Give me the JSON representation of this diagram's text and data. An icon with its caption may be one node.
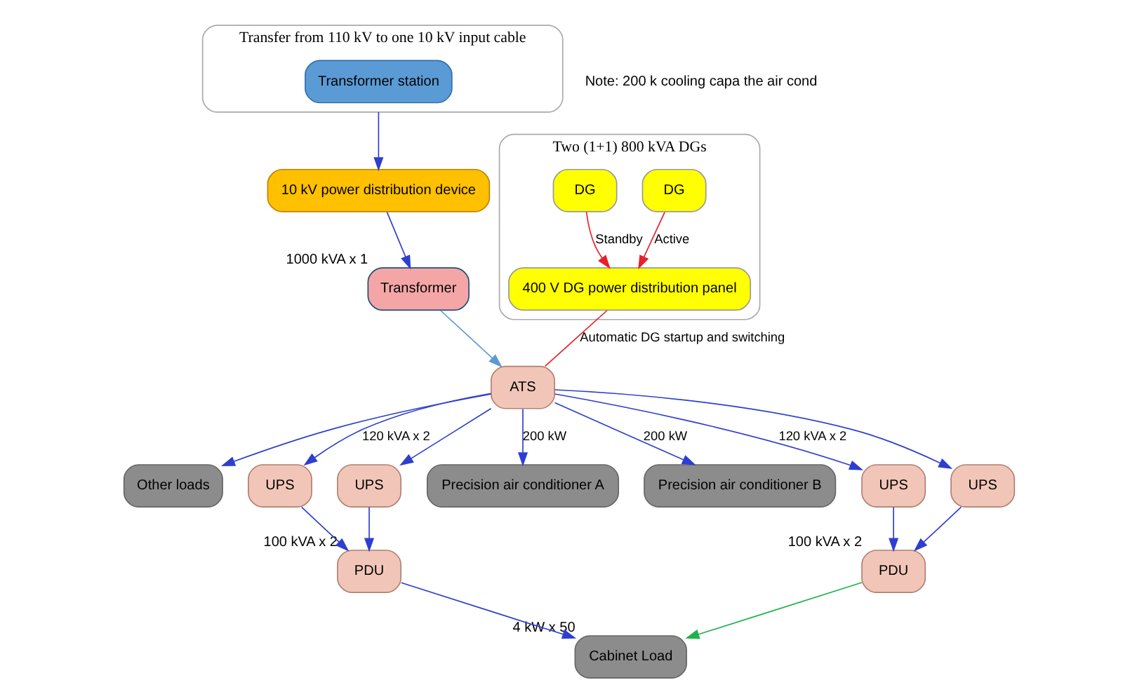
{
  "diagram": {
    "nodes": [
      {
        "text": [
          "Transfer from 110 kV to one 10 kV input cable"
        ]
      },
      {
        "text": [
          "Transformer station"
        ],
        "in": 0
      },
      {
        "text": [
          "Two (1+1) 800 kVA DGs"
        ]
      },
      {
        "text": [
          "DG"
        ],
        "in": 2
      },
      {
        "text": [
          "DG"
        ],
        "in": 2
      },
      {
        "text": [
          "400 V DG power distribution panel"
        ],
        "in": 2
      },
      {
        "text": [
          "10 kV power distribution device"
        ]
      },
      {
        "text": [
          "Transformer"
        ],
        "beside": [
          "1000 kVA x 1"
        ]
      },
      {
        "text": [
          "ATS"
        ]
      },
      {
        "text": [
          "Other loads"
        ]
      },
      {
        "text": [
          "UPS"
        ]
      },
      {
        "text": [
          "UPS"
        ]
      },
      {
        "text": [
          "Precision air conditioner A"
        ]
      },
      {
        "text": [
          "Precision air conditioner B"
        ]
      },
      {
        "text": [
          "UPS"
        ]
      },
      {
        "text": [
          "UPS"
        ]
      },
      {
        "text": [
          "PDU"
        ],
        "beside": [
          "100 kVA x 2"
        ]
      },
      {
        "text": [
          "PDU"
        ],
        "beside": [
          "100 kVA x 2"
        ]
      },
      {
        "text": [
          "Cabinet Load"
        ],
        "beside": [
          "4 kW x 50"
        ]
      }
    ],
    "edges": [
      {
        "from": 3,
        "to": 5,
        "arrow": "to",
        "label": "Active",
        "color": "#e8202a"
      },
      {
        "from": 4,
        "to": 5,
        "arrow": "to",
        "label": "Standby",
        "color": "#e8202a"
      },
      {
        "from": 0,
        "to": 6,
        "arrow": "to"
      },
      {
        "from": 6,
        "to": 7,
        "arrow": "to"
      },
      {
        "from": 7,
        "to": 8,
        "arrow": "to",
        "color": "#5b9bd5"
      },
      {
        "from": 5,
        "to": 8,
        "arrow": "none",
        "label": "Automatic DG startup and switching",
        "color": "#e8202a"
      },
      {
        "from": 8,
        "to": 9,
        "arrow": "to"
      },
      {
        "from": 8,
        "to": 10,
        "arrow": "to",
        "label": "120 kVA x 2"
      },
      {
        "from": 8,
        "to": 11,
        "arrow": "to"
      },
      {
        "from": 8,
        "to": 12,
        "arrow": "to",
        "label": "200 kW"
      },
      {
        "from": 8,
        "to": 13,
        "arrow": "to",
        "label": "200 kW"
      },
      {
        "from": 8,
        "to": 14,
        "arrow": "to",
        "label": "120 kVA x 2"
      },
      {
        "from": 8,
        "to": 15,
        "arrow": "to"
      },
      {
        "from": 10,
        "to": 16,
        "arrow": "to"
      },
      {
        "from": 11,
        "to": 16,
        "arrow": "to"
      },
      {
        "from": 14,
        "to": 17,
        "arrow": "to"
      },
      {
        "from": 15,
        "to": 17,
        "arrow": "to"
      },
      {
        "from": 16,
        "to": 18,
        "arrow": "to"
      },
      {
        "from": 17,
        "to": 18,
        "arrow": "to",
        "color": "#22b24c"
      }
    ],
    "labels": [
      "Note: 200 k cooling capa the air cond"
    ]
  }
}
